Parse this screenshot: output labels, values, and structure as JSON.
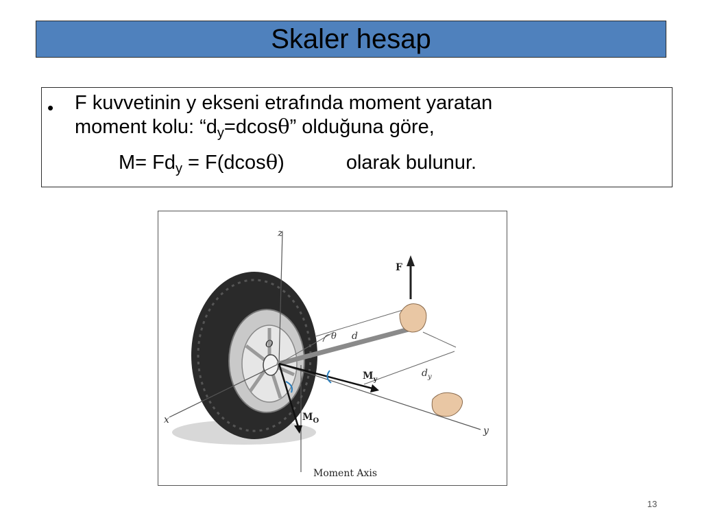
{
  "slide": {
    "title": "Skaler hesap",
    "bullet": {
      "line1": "F kuvvetinin y ekseni etrafında moment yaratan",
      "line2_pre": "moment kolu:   “d",
      "line2_sub": "y",
      "line2_mid": "=dcos",
      "theta": "θ",
      "line2_post": "” olduğuna göre,",
      "line3_pre": "M= Fd",
      "line3_sub": "y",
      "line3_mid": " = F(dcos",
      "line3_close": ")",
      "line3_post": "olarak bulunur."
    },
    "page_number": "13"
  },
  "figure": {
    "labels": {
      "z": "z",
      "x": "x",
      "y": "y",
      "F": "F",
      "O": "O",
      "theta": "θ",
      "d": "d",
      "My": "M",
      "My_sub": "y",
      "dy": "d",
      "dy_sub": "y",
      "Mo": "M",
      "Mo_sub": "O",
      "moment_axis": "Moment Axis"
    }
  }
}
